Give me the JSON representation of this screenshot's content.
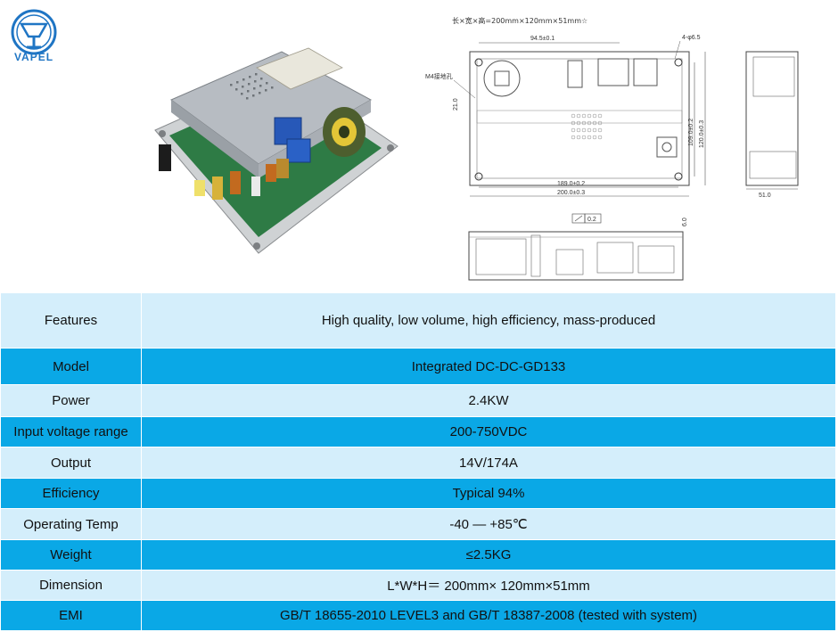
{
  "brand": {
    "logo_text": "VAPEL",
    "accent": "#1f75c4"
  },
  "drawing": {
    "title": "长×宽×高=200mm×120mm×51mm☆",
    "dims": {
      "d945": "94.5±0.1",
      "holes": "4-φ6.5",
      "m4": "M4接地孔",
      "d210": "21.0",
      "d1090": "109.0±0.2",
      "d1200": "120.0±0.3",
      "d1890": "189.0±0.2",
      "d2000": "200.0±0.3",
      "d510": "51.0",
      "flat": "0.2",
      "d60": "6.0"
    }
  },
  "colors": {
    "row_light": "#d4eefb",
    "row_dark": "#0aa8e6"
  },
  "specs": [
    {
      "label": "Features",
      "value": "High quality, low volume, high efficiency, mass-produced"
    },
    {
      "label": "Model",
      "value": "Integrated DC-DC-GD133"
    },
    {
      "label": "Power",
      "value": "2.4KW"
    },
    {
      "label": "Input voltage range",
      "value": "200-750VDC"
    },
    {
      "label": "Output",
      "value": "14V/174A"
    },
    {
      "label": "Efficiency",
      "value": "Typical 94%"
    },
    {
      "label": "Operating Temp",
      "value": "-40 — +85℃"
    },
    {
      "label": "Weight",
      "value": "≤2.5KG"
    },
    {
      "label": "Dimension",
      "value": "L*W*H＝ 200mm× 120mm×51mm"
    },
    {
      "label": "EMI",
      "value": "GB/T 18655-2010 LEVEL3 and GB/T 18387-2008 (tested with system)"
    }
  ]
}
